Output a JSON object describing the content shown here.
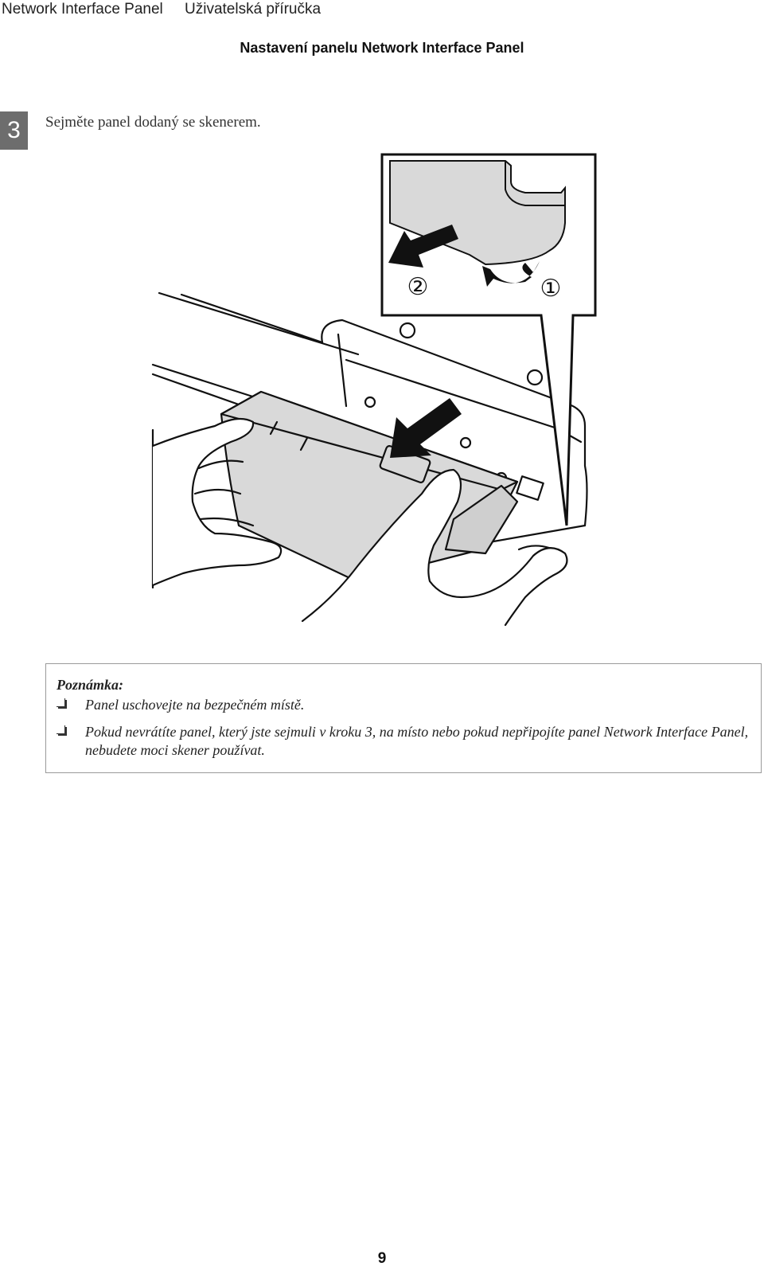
{
  "header": {
    "doc_title": "Network Interface Panel",
    "doc_subtitle": "Uživatelská příručka"
  },
  "section": {
    "title": "Nastavení panelu Network Interface Panel"
  },
  "step": {
    "number": "3",
    "text": "Sejměte panel dodaný se skenerem."
  },
  "illustration": {
    "callout_label_1": "①",
    "callout_label_2": "②"
  },
  "note": {
    "title": "Poznámka:",
    "items": [
      "Panel uschovejte na bezpečném místě.",
      "Pokud nevrátíte panel, který jste sejmuli v kroku 3, na místo nebo pokud nepřipojíte panel Network Interface Panel, nebudete moci skener používat."
    ]
  },
  "footer": {
    "page_number": "9"
  }
}
